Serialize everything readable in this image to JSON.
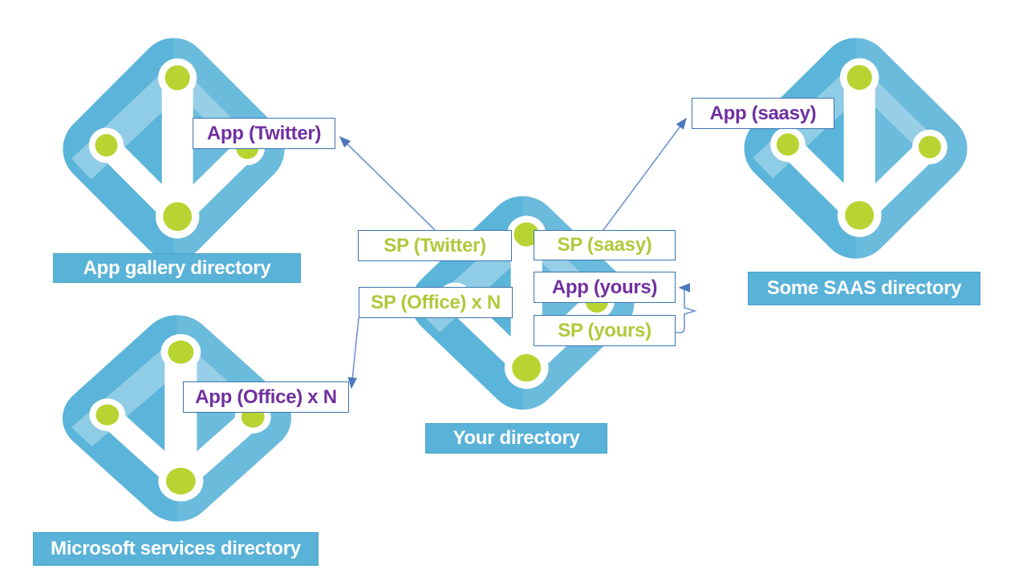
{
  "colors": {
    "icon_blue": "#5bb4d9",
    "icon_green": "#b8d432",
    "banner_blue": "#59b2d7",
    "banner_border": "#4aa4cb",
    "banner_text": "#ffffff",
    "label_border": "#3a74ad",
    "app_text": "#7030a0",
    "sp_text": "#b0c93c",
    "arrow_line": "#6e95cd",
    "arrow_head": "#4a78bb"
  },
  "directories": {
    "gallery": {
      "name": "App gallery directory"
    },
    "microsoft": {
      "name": "Microsoft services directory"
    },
    "yours": {
      "name": "Your directory"
    },
    "saas": {
      "name": "Some SAAS directory"
    }
  },
  "labels": {
    "app_twitter": "App (Twitter)",
    "sp_twitter": "SP (Twitter)",
    "sp_office": "SP (Office) x N",
    "app_office": "App (Office) x N",
    "sp_saasy": "SP (saasy)",
    "app_saasy": "App (saasy)",
    "app_yours": "App (yours)",
    "sp_yours": "SP (yours)"
  },
  "connections": [
    {
      "from": "sp_twitter",
      "to": "app_twitter",
      "type": "arrow"
    },
    {
      "from": "sp_saasy",
      "to": "app_saasy",
      "type": "arrow"
    },
    {
      "from": "sp_office",
      "to": "app_office",
      "type": "arrow"
    },
    {
      "from": "sp_yours",
      "to": "app_yours",
      "type": "bracket-arrow"
    }
  ],
  "icon": {
    "name": "azure-active-directory-icon"
  }
}
